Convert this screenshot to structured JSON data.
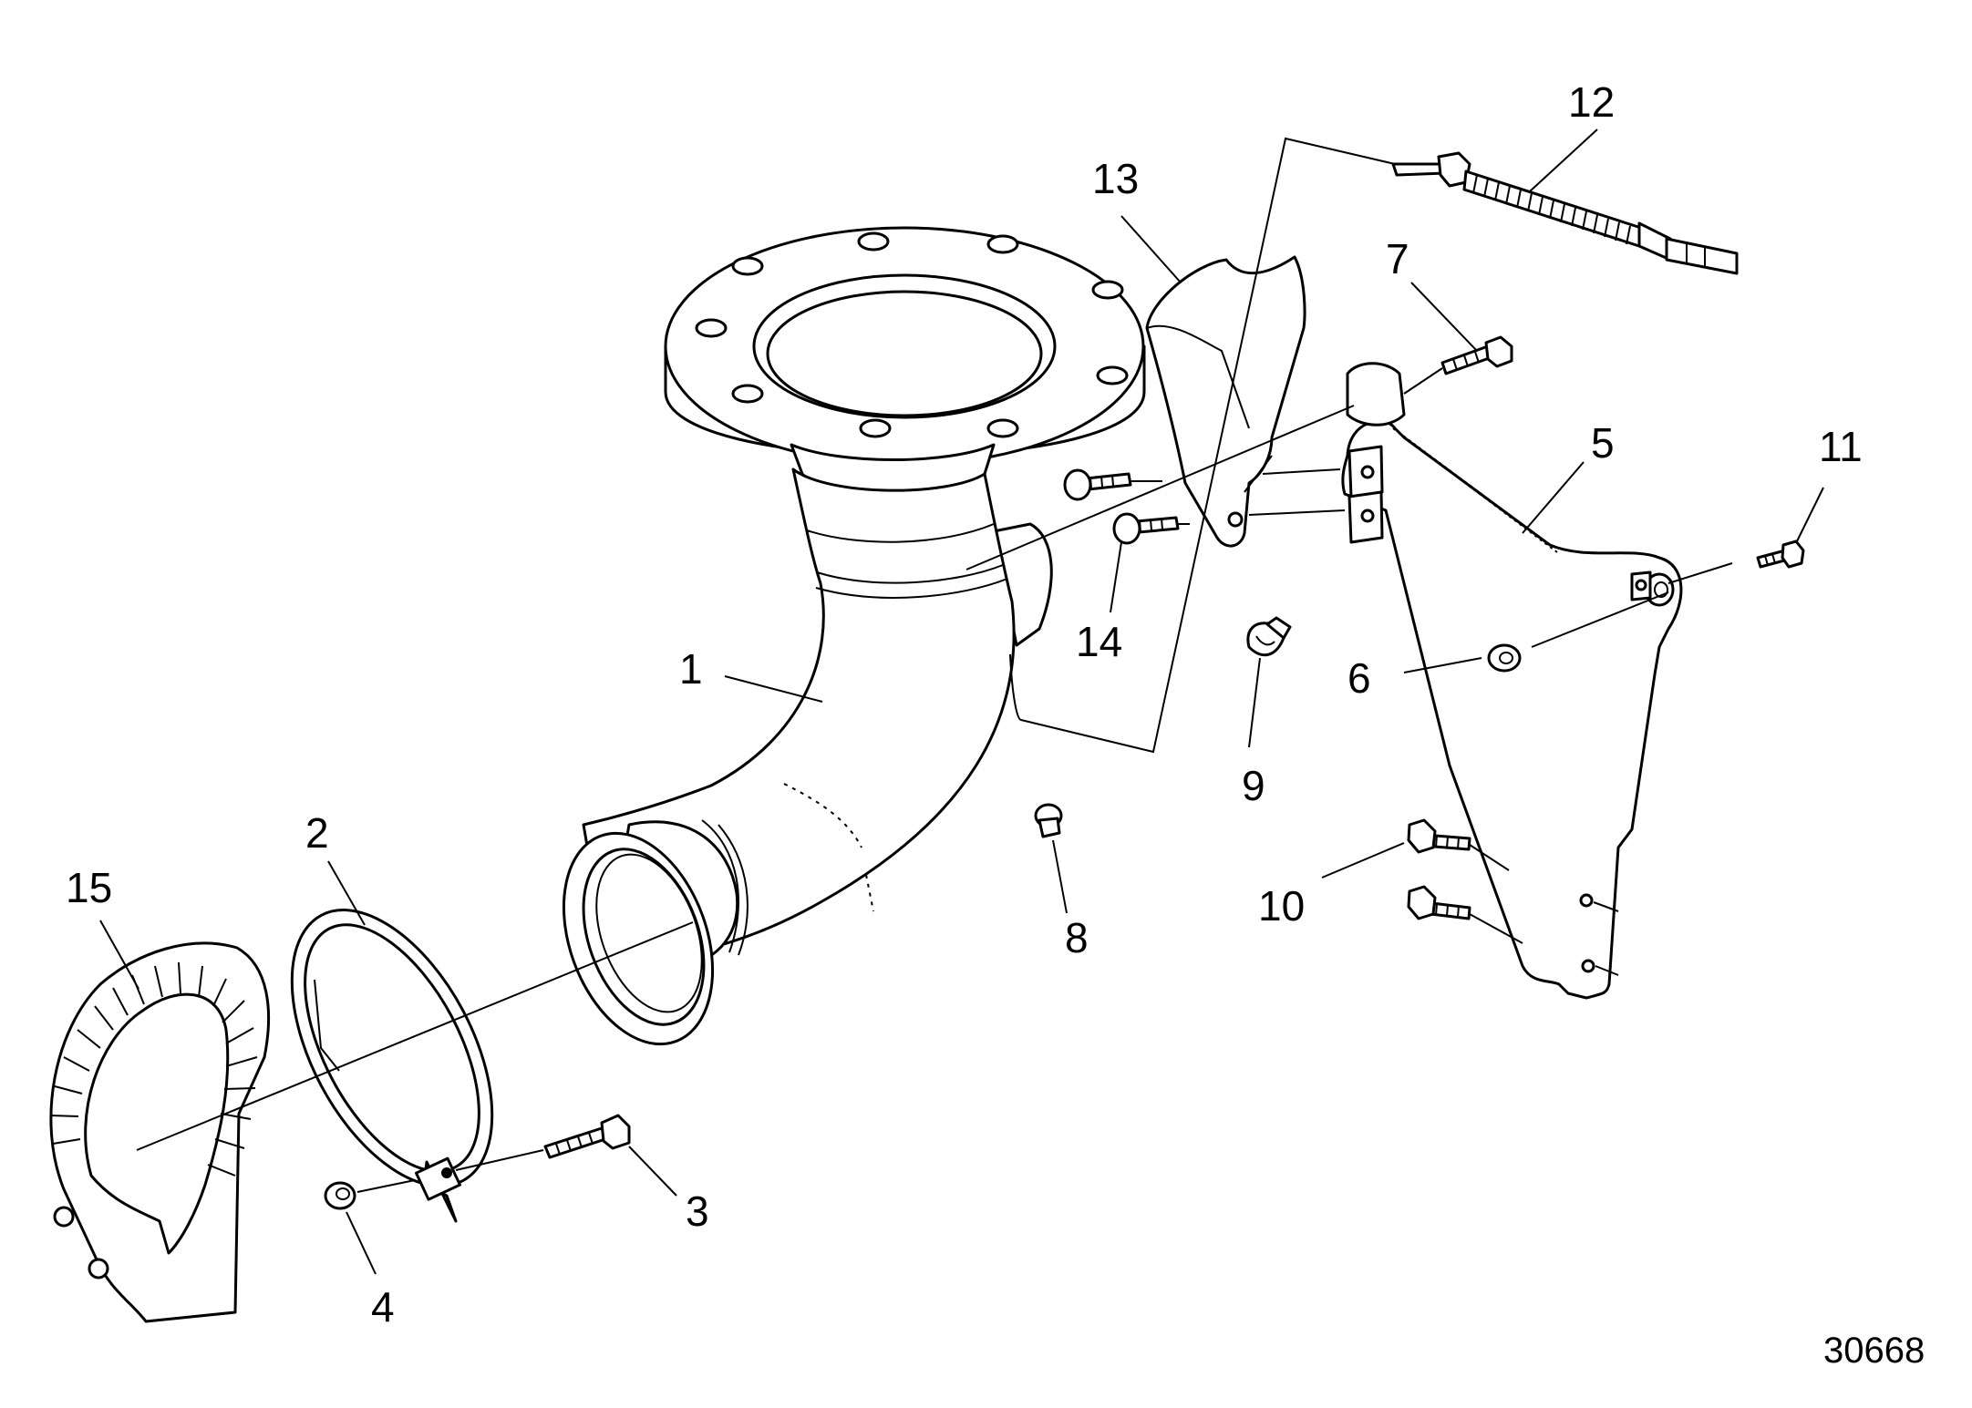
{
  "diagram": {
    "reference_number": "30668",
    "callouts": [
      {
        "id": "1",
        "label": "1"
      },
      {
        "id": "2",
        "label": "2"
      },
      {
        "id": "3",
        "label": "3"
      },
      {
        "id": "4",
        "label": "4"
      },
      {
        "id": "5",
        "label": "5"
      },
      {
        "id": "6",
        "label": "6"
      },
      {
        "id": "7",
        "label": "7"
      },
      {
        "id": "8",
        "label": "8"
      },
      {
        "id": "9",
        "label": "9"
      },
      {
        "id": "10",
        "label": "10"
      },
      {
        "id": "11",
        "label": "11"
      },
      {
        "id": "12",
        "label": "12"
      },
      {
        "id": "13",
        "label": "13"
      },
      {
        "id": "14",
        "label": "14"
      },
      {
        "id": "15",
        "label": "15"
      }
    ]
  }
}
